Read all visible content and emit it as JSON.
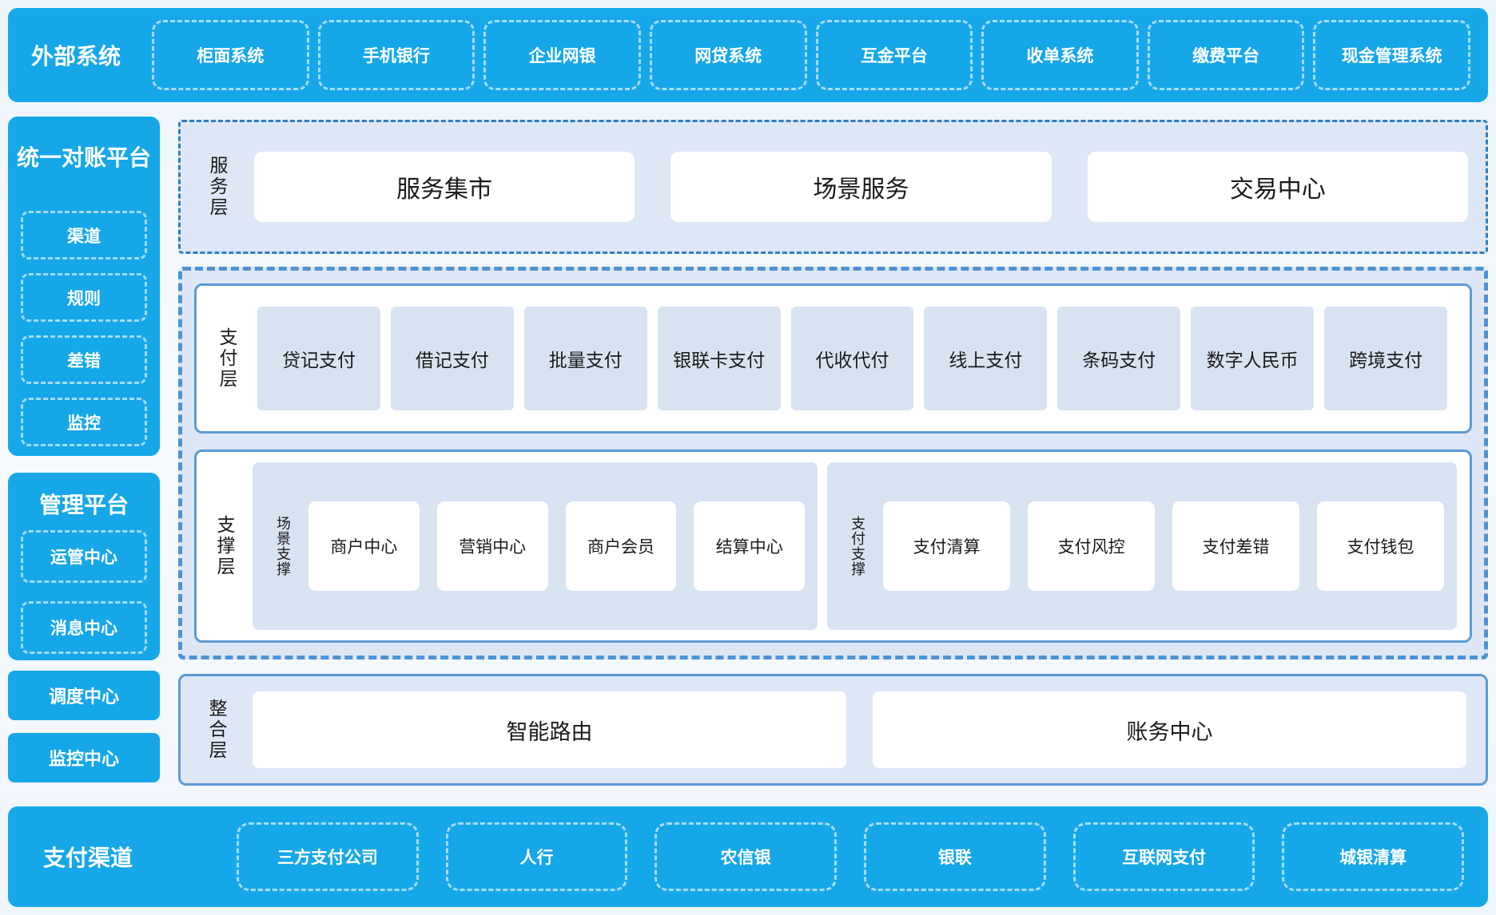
{
  "colors": {
    "primary_blue": "#16a7e9",
    "panel_fill": "#dde7f5",
    "item_fill": "#d8e3f2",
    "solid_border": "#5b9bd5",
    "dashed_border": "#4e93d4",
    "service_dash_border": "#2e7fc2",
    "white_box": "#ffffff",
    "dark_text": "#1a1a1a",
    "bar_dash": "rgba(255,255,255,0.62)"
  },
  "top_bar": {
    "title": "外部系统",
    "items": [
      "柜面系统",
      "手机银行",
      "企业网银",
      "网贷系统",
      "互金平台",
      "收单系统",
      "缴费平台",
      "现金管理系统"
    ]
  },
  "sidebar": {
    "reconciliation": {
      "title": "统一对账平台",
      "items": [
        "渠道",
        "规则",
        "差错",
        "监控"
      ]
    },
    "management": {
      "title": "管理平台",
      "items": [
        "运管中心",
        "消息中心"
      ]
    },
    "solo_items": [
      "调度中心",
      "监控中心"
    ]
  },
  "service_layer": {
    "label": "服务层",
    "items": [
      "服务集市",
      "场景服务",
      "交易中心"
    ]
  },
  "payment_layer": {
    "label": "支付层",
    "items": [
      "贷记支付",
      "借记支付",
      "批量支付",
      "银联卡支付",
      "代收代付",
      "线上支付",
      "条码支付",
      "数字人民币",
      "跨境支付"
    ]
  },
  "support_layer": {
    "label": "支撑层",
    "groups": [
      {
        "label": "场景支撑",
        "items": [
          "商户中心",
          "营销中心",
          "商户会员",
          "结算中心"
        ]
      },
      {
        "label": "支付支撑",
        "items": [
          "支付清算",
          "支付风控",
          "支付差错",
          "支付钱包"
        ]
      }
    ]
  },
  "integration_layer": {
    "label": "整合层",
    "items": [
      "智能路由",
      "账务中心"
    ]
  },
  "bottom_bar": {
    "title": "支付渠道",
    "items": [
      "三方支付公司",
      "人行",
      "农信银",
      "银联",
      "互联网支付",
      "城银清算"
    ]
  }
}
